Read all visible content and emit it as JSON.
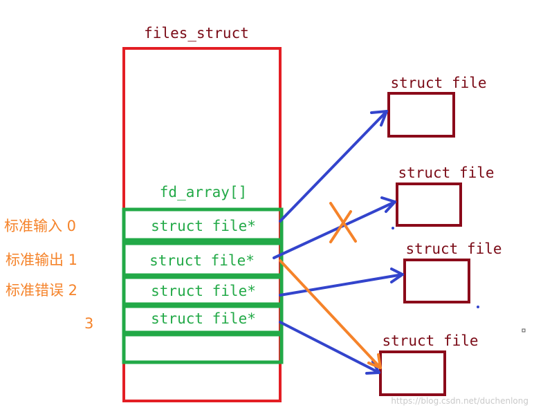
{
  "colors": {
    "outer_box": "#e31e24",
    "slot": "#22a947",
    "struct_box": "#8b0a1a",
    "dark_text": "#7a0a16",
    "arrow_blue": "#3344cc",
    "arrow_orange": "#f5832a",
    "orange_text": "#f5832a",
    "green_text": "#22a947"
  },
  "title": "files_struct",
  "array_label": "fd_array[]",
  "slots": [
    {
      "label": "struct file*"
    },
    {
      "label": "struct file*"
    },
    {
      "label": "struct file*"
    },
    {
      "label": "struct file*"
    },
    {
      "label": ""
    }
  ],
  "fd_labels": [
    {
      "text": "标准输入 0"
    },
    {
      "text": "标准输出 1"
    },
    {
      "text": "标准错误 2"
    },
    {
      "text": "3"
    }
  ],
  "struct_files": [
    {
      "label": "struct file"
    },
    {
      "label": "struct file"
    },
    {
      "label": "struct file"
    },
    {
      "label": "struct file"
    }
  ],
  "watermark": "https://blog.csdn.net/duchenlong"
}
